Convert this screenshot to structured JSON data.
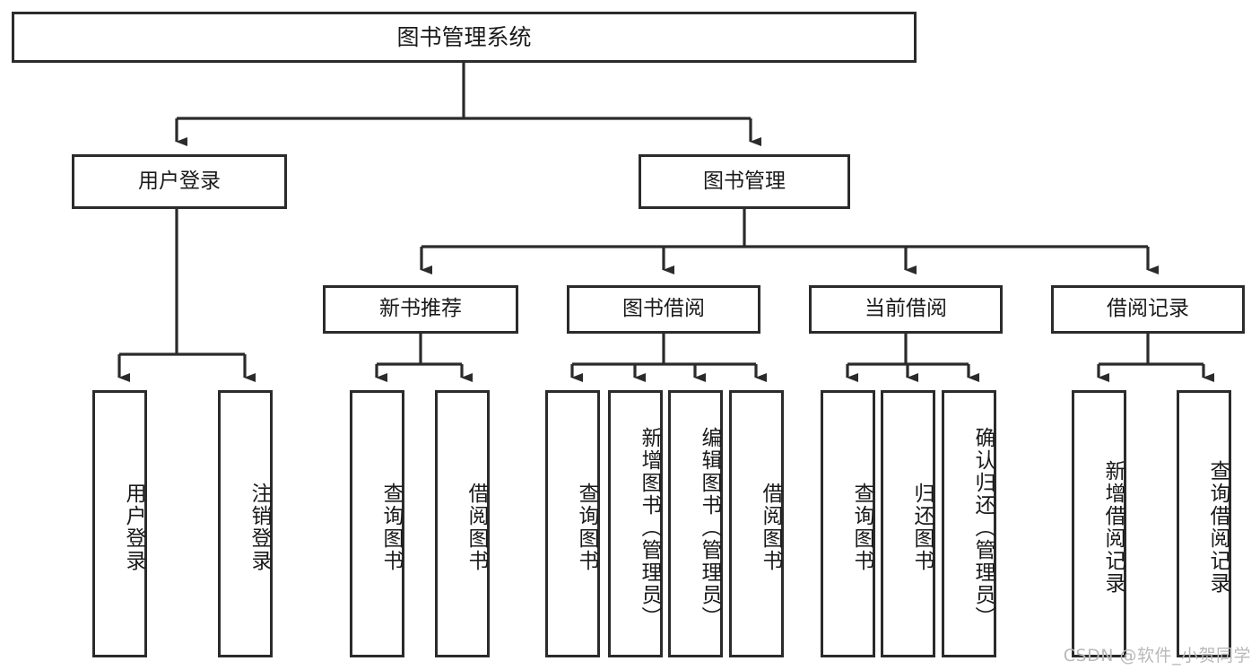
{
  "diagram": {
    "title": "图书管理系统",
    "type": "tree",
    "watermark": "CSDN @软件_小贺同学",
    "stroke_color": "#2b2b2b",
    "background_color": "#ffffff",
    "watermark_color": "#b9b9b9"
  },
  "nodes": {
    "root": {
      "label": "图书管理系统"
    },
    "level2": [
      {
        "id": "user-login",
        "label": "用户登录"
      },
      {
        "id": "book-manage",
        "label": "图书管理"
      }
    ],
    "level3": [
      {
        "id": "new-book-recommend",
        "label": "新书推荐"
      },
      {
        "id": "book-borrow",
        "label": "图书借阅"
      },
      {
        "id": "current-borrow",
        "label": "当前借阅"
      },
      {
        "id": "borrow-record",
        "label": "借阅记录"
      }
    ],
    "leaves": {
      "user_login": [
        {
          "id": "leaf-user-login",
          "label": "用户登录"
        },
        {
          "id": "leaf-logout",
          "label": "注销登录"
        }
      ],
      "new_book_recommend": [
        {
          "id": "leaf-query-book-1",
          "label": "查询图书"
        },
        {
          "id": "leaf-borrow-book-1",
          "label": "借阅图书"
        }
      ],
      "book_borrow": [
        {
          "id": "leaf-query-book-2",
          "label": "查询图书"
        },
        {
          "id": "leaf-add-book",
          "label": "新增图书（管理员）"
        },
        {
          "id": "leaf-edit-book",
          "label": "编辑图书（管理员）"
        },
        {
          "id": "leaf-borrow-book-2",
          "label": "借阅图书"
        }
      ],
      "current_borrow": [
        {
          "id": "leaf-query-book-3",
          "label": "查询图书"
        },
        {
          "id": "leaf-return-book",
          "label": "归还图书"
        },
        {
          "id": "leaf-confirm-return",
          "label": "确认归还（管理员）"
        }
      ],
      "borrow_record": [
        {
          "id": "leaf-add-record",
          "label": "新增借阅记录"
        },
        {
          "id": "leaf-query-record",
          "label": "查询借阅记录"
        }
      ]
    }
  }
}
